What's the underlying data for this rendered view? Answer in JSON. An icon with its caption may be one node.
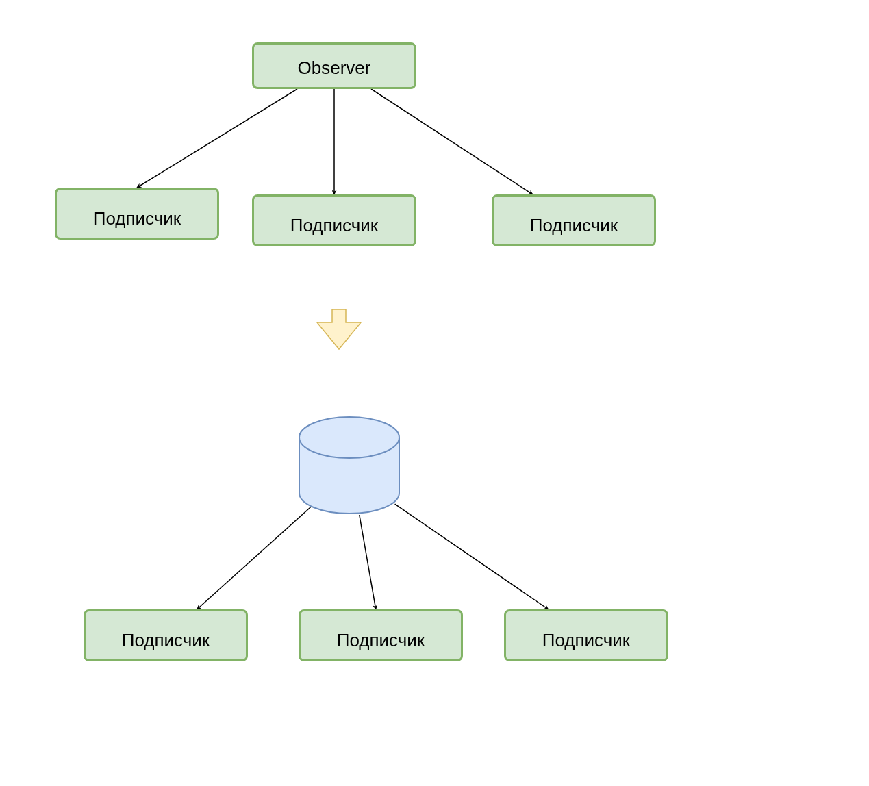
{
  "diagram": {
    "nodes": [
      {
        "text": [
          "Observer"
        ]
      },
      {
        "text": [
          "Подписчик"
        ]
      },
      {
        "text": [
          "Подписчик"
        ]
      },
      {
        "text": [
          "Подписчик"
        ]
      },
      {
        "text": [],
        "shape": "cylinder"
      },
      {
        "text": [
          "Подписчик"
        ]
      },
      {
        "text": [
          "Подписчик"
        ]
      },
      {
        "text": [
          "Подписчик"
        ]
      }
    ],
    "edges": [
      {
        "from": 0,
        "to": 1,
        "arrow": "to"
      },
      {
        "from": 0,
        "to": 2,
        "arrow": "to"
      },
      {
        "from": 0,
        "to": 3,
        "arrow": "to"
      },
      {
        "from": 4,
        "to": 5,
        "arrow": "to"
      },
      {
        "from": 4,
        "to": 6,
        "arrow": "to"
      },
      {
        "from": 4,
        "to": 7,
        "arrow": "to"
      }
    ]
  }
}
